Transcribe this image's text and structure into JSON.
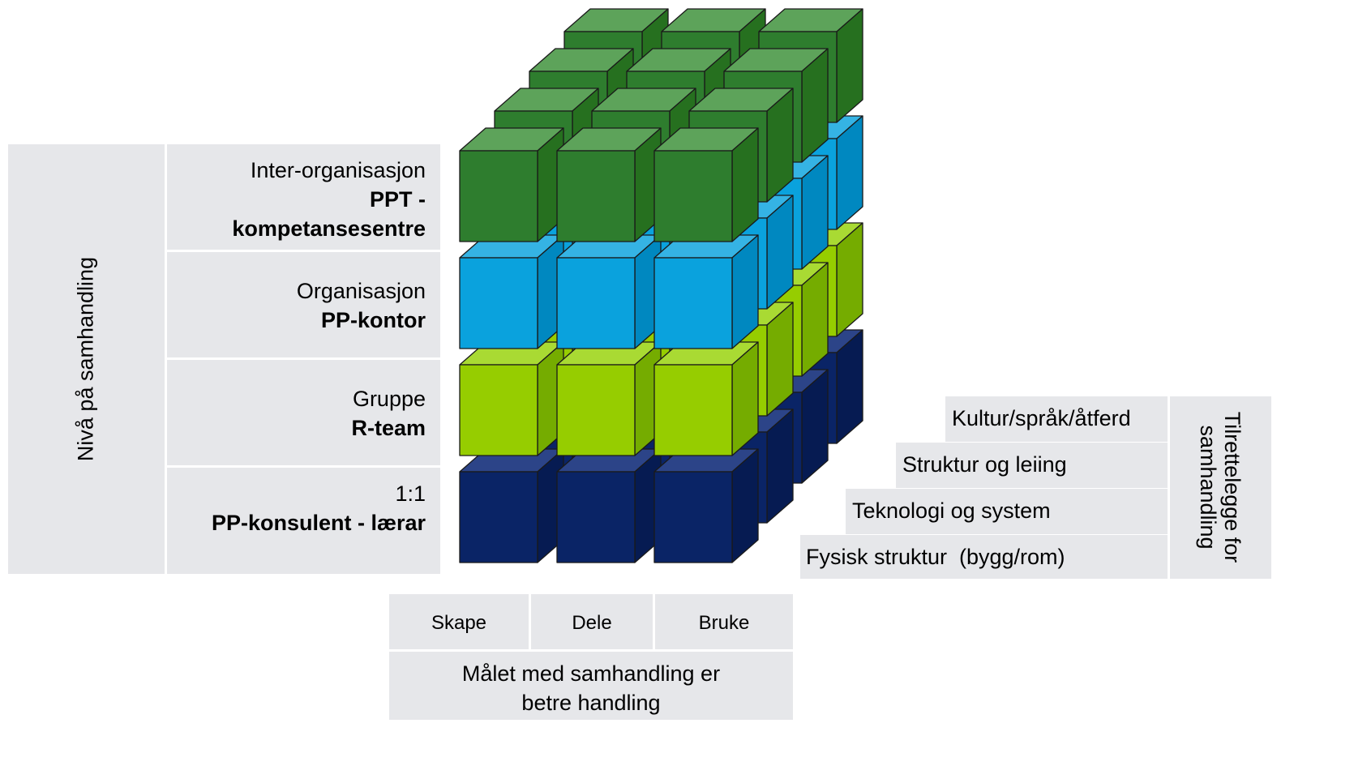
{
  "axis_level": {
    "title": "Nivå på samhandling",
    "levels": [
      {
        "line1": "Inter-organisasjon",
        "line2": "PPT -",
        "line3": "kompetansesentre"
      },
      {
        "line1": "Organisasjon",
        "line2": "PP-kontor"
      },
      {
        "line1": "Gruppe",
        "line2": "R-team"
      },
      {
        "line1": "1:1",
        "line2": "PP-konsulent - lærar"
      }
    ]
  },
  "axis_goal": {
    "columns": [
      "Skape",
      "Dele",
      "Bruke"
    ],
    "caption_line1": "Målet med samhandling er",
    "caption_line2": "betre handling"
  },
  "axis_facilitation": {
    "title_line1": "Tilrettelegge for",
    "title_line2": "samhandling",
    "items": [
      "Kultur/språk/åtferd",
      "Struktur og leiing",
      "Teknologi og system",
      "Fysisk struktur  (bygg/rom)"
    ]
  },
  "colors": {
    "box_bg": "#e6e7ea",
    "layer_top": {
      "front": "#2e7d2e",
      "top": "#5da35a",
      "side": "#26701f"
    },
    "layer_2": {
      "front": "#0aa2dd",
      "top": "#35b3e4",
      "side": "#0088c0"
    },
    "layer_3": {
      "front": "#96cd00",
      "top": "#a9da33",
      "side": "#75ac00"
    },
    "layer_bottom": {
      "front": "#0a2466",
      "top": "#2c4488",
      "side": "#061b52"
    }
  }
}
